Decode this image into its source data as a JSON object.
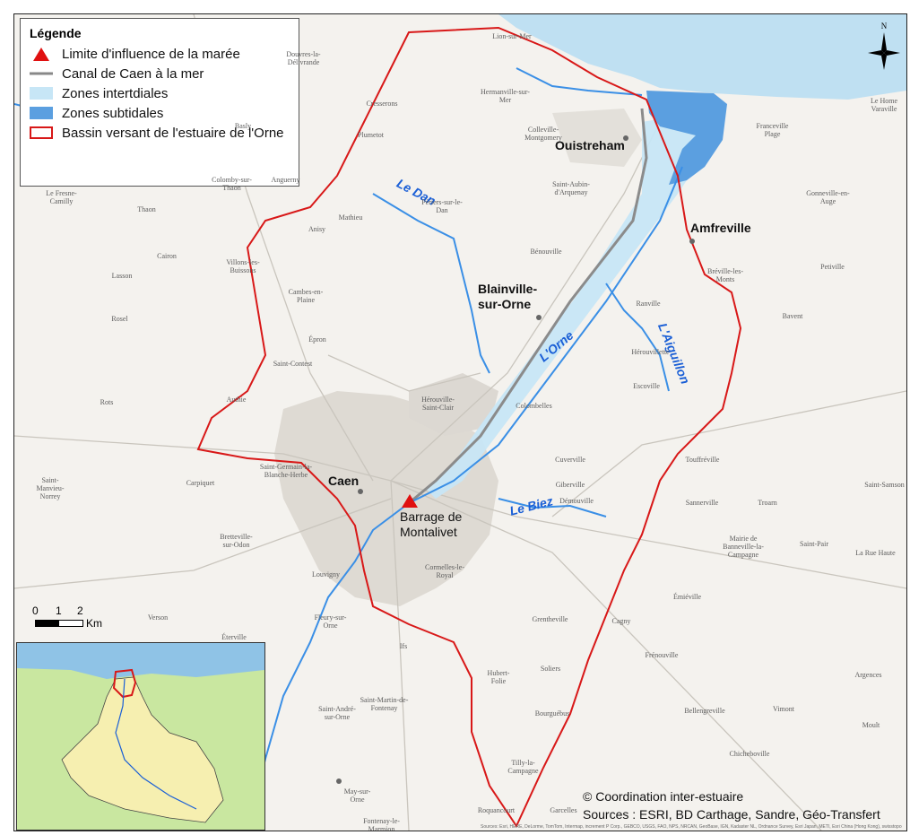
{
  "legend": {
    "title": "Légende",
    "items": [
      {
        "label": "Limite d'influence de la marée",
        "symbol": "red-triangle",
        "color": "#e01010"
      },
      {
        "label": "Canal de Caen à la mer",
        "symbol": "grey-line",
        "color": "#888888"
      },
      {
        "label": "Zones intertdiales",
        "symbol": "light-blue-fill",
        "color": "#c7e6f6"
      },
      {
        "label": "Zones subtidales",
        "symbol": "blue-fill",
        "color": "#5b9fe0"
      },
      {
        "label": "Bassin versant de l'estuaire de l'Orne",
        "symbol": "red-outline",
        "color": "#d81818"
      }
    ]
  },
  "towns": {
    "ouistreham": "Ouistreham",
    "amfreville": "Amfreville",
    "blainville": "Blainville-sur-Orne",
    "caen": "Caen",
    "barrage": "Barrage de Montalivet"
  },
  "rivers": {
    "dan": "Le Dan",
    "orne": "L'Orne",
    "aiguillon": "L'Aiguillon",
    "biez": "Le Biez"
  },
  "places": {
    "lion": "Lion-sur-Mer",
    "douvres": "Douvres-la-Délivrande",
    "hermanville": "Hermanville-sur-Mer",
    "colleville": "Colleville-Montgomery",
    "franceville": "Franceville Plage",
    "saint_aubin": "Saint-Aubin-d'Arquenay",
    "perriers": "Périers-sur-le-Dan",
    "benouville": "Bénouville",
    "gonneville": "Gonneville-en-Auge",
    "breville": "Bréville-les-Monts",
    "ranville": "Ranville",
    "herouvillette": "Hérouvillette",
    "escoville": "Escoville",
    "cambes": "Cambes-en-Plaine",
    "epron": "Épron",
    "saint_contest": "Saint-Contest",
    "herouville": "Hérouville-Saint-Clair",
    "colombelles": "Colombelles",
    "cuverville": "Cuverville",
    "demouville": "Démouville",
    "giberville": "Giberville",
    "sannerville": "Sannerville",
    "touffreville": "Touffréville",
    "troarn": "Troarn",
    "banneville": "Mairie de Banneville-la-Campagne",
    "emieville": "Émiéville",
    "cagny": "Cagny",
    "frenouville": "Frénouville",
    "grentheville": "Grentheville",
    "cormelles": "Cormelles-le-Royal",
    "ifs": "Ifs",
    "hubert_folie": "Hubert-Folie",
    "soliers": "Soliers",
    "bourguebus": "Bourguébus",
    "tilly": "Tilly-la-Campagne",
    "fleury": "Fleury-sur-Orne",
    "louvigny": "Louvigny",
    "saint_martin": "Saint-Martin-de-Fontenay",
    "saint_andre": "Saint-André-sur-Orne",
    "may": "May-sur-Orne",
    "saint_germain": "Saint-Germain-la-Blanche-Herbe",
    "bretteville": "Bretteville-sur-Odon",
    "carpiquet": "Carpiquet",
    "authie": "Authie",
    "villons": "Villons-les-Buissons",
    "anisy": "Anisy",
    "mathieu": "Mathieu",
    "plumetot": "Plumetot",
    "cresserons": "Cresserons",
    "caron": "Cairon",
    "thaon": "Thaon",
    "lasson": "Lasson",
    "rosel": "Rosel",
    "rots": "Rots",
    "colomby": "Colomby-sur-Thaon",
    "anguerny": "Anguerny",
    "basly": "Basly",
    "le_fresne": "Le Fresne-Camilly",
    "bavent": "Bavent",
    "petiville": "Petiville",
    "sannerville2": "Saint-Pair",
    "rue_haute": "La Rue Haute",
    "argences": "Argences",
    "moult": "Moult",
    "vimont": "Vimont",
    "bellengreville": "Bellengreville",
    "chicheboville": "Chicheboville",
    "garcelles": "Garcelles",
    "roquancourt": "Roquancourt",
    "verson": "Verson",
    "eterville": "Éterville",
    "saint_manvieu": "Saint-Manvieu-Norrey",
    "le_home": "Le Home Varaville",
    "saint_samson": "Saint-Samson",
    "fontenay": "Fontenay-le-Marmion"
  },
  "credits": {
    "coordination": "© Coordination inter-estuaire",
    "sources": "Sources : ESRI, BD Carthage, Sandre, Géo-Transfert",
    "esri_tiny": "Sources: Esri, HERE, DeLorme, TomTom, Intermap, increment P Corp., GEBCO, USGS, FAO, NPS, NRCAN, GeoBase, IGN, Kadaster NL, Ordnance Survey, Esri Japan, METI, Esri China (Hong Kong), swisstopo"
  },
  "scale": {
    "ticks": [
      "0",
      "1",
      "2"
    ],
    "unit": "Km"
  },
  "north_label": "N",
  "colors": {
    "sea": "#bfe0f2",
    "land": "#f4f2ee",
    "urban": "#d9d6d0",
    "river": "#3a8fe6",
    "boundary": "#d81818",
    "inset_land": "#c9e7a0",
    "inset_basin": "#f6efb0"
  }
}
